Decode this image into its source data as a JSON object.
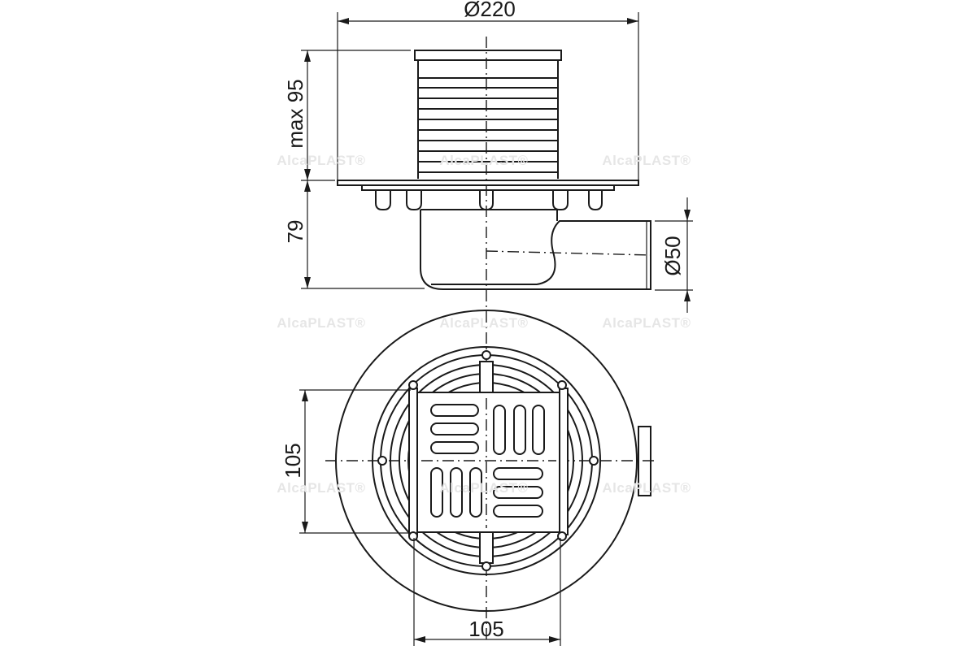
{
  "drawing": {
    "dimensions": {
      "flange_diameter": "Ø220",
      "grate_height": "max 95",
      "body_height": "79",
      "outlet_diameter": "Ø50",
      "grate_height_side": "105",
      "grate_width": "105"
    },
    "watermark": "AlcaPLAST®",
    "colors": {
      "line": "#1a1a1a",
      "watermark": "#e6e6e6"
    }
  }
}
